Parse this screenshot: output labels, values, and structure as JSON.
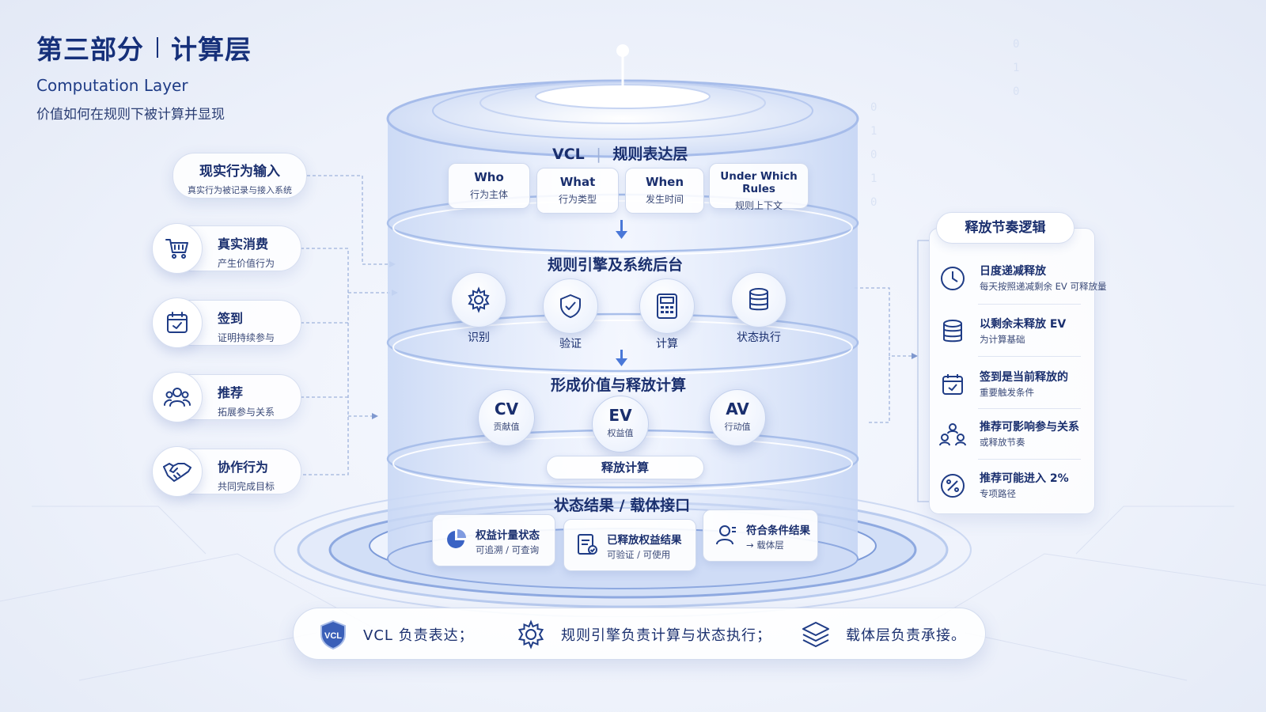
{
  "header": {
    "title_left": "第三部分",
    "title_right": "计算层",
    "subtitle_en": "Computation Layer",
    "subtitle_cn": "价值如何在规则下被计算并显现"
  },
  "input_card": {
    "title": "现实行为输入",
    "sub": "真实行为被记录与接入系统"
  },
  "left_items": [
    {
      "title": "真实消费",
      "sub": "产生价值行为",
      "icon": "shopping-cart-icon"
    },
    {
      "title": "签到",
      "sub": "证明持续参与",
      "icon": "calendar-check-icon"
    },
    {
      "title": "推荐",
      "sub": "拓展参与关系",
      "icon": "users-icon"
    },
    {
      "title": "协作行为",
      "sub": "共同完成目标",
      "icon": "handshake-icon"
    }
  ],
  "vcl_layer": {
    "title_left": "VCL",
    "title_right": "规则表达层",
    "chips": [
      {
        "a": "Who",
        "b": "行为主体"
      },
      {
        "a": "What",
        "b": "行为类型"
      },
      {
        "a": "When",
        "b": "发生时间"
      },
      {
        "a": "Under Which Rules",
        "b": "规则上下文"
      }
    ]
  },
  "engine_layer": {
    "title": "规则引擎及系统后台",
    "nodes": [
      {
        "label": "识别",
        "icon": "gear-icon"
      },
      {
        "label": "验证",
        "icon": "shield-check-icon"
      },
      {
        "label": "计算",
        "icon": "calculator-icon"
      },
      {
        "label": "状态执行",
        "icon": "database-icon"
      }
    ]
  },
  "value_layer": {
    "title": "形成价值与释放计算",
    "nodes": [
      {
        "a": "CV",
        "b": "贡献值"
      },
      {
        "a": "EV",
        "b": "权益值"
      },
      {
        "a": "AV",
        "b": "行动值"
      }
    ],
    "release": "释放计算"
  },
  "result_layer": {
    "title": "状态结果 / 载体接口",
    "cards": [
      {
        "a": "权益计量状态",
        "b": "可追溯 / 可查询",
        "icon": "pie-chart-icon"
      },
      {
        "a": "已释放权益结果",
        "b": "可验证 / 可使用",
        "icon": "document-check-icon"
      },
      {
        "a": "符合条件结果",
        "b": "→ 载体层",
        "icon": "user-icon"
      }
    ]
  },
  "right_panel": {
    "title": "释放节奏逻辑",
    "items": [
      {
        "t": "日度递减释放",
        "s": "每天按照递减剩余 EV 可释放量",
        "icon": "clock-icon"
      },
      {
        "t": "以剩余未释放 EV",
        "s": "为计算基础",
        "icon": "database-icon"
      },
      {
        "t": "签到是当前释放的",
        "s": "重要触发条件",
        "icon": "calendar-check-icon"
      },
      {
        "t": "推荐可影响参与关系",
        "s": "或释放节奏",
        "icon": "people-network-icon"
      },
      {
        "t": "推荐可能进入 2%",
        "s": "专项路径",
        "icon": "percent-icon"
      }
    ]
  },
  "bottom_bar": [
    {
      "text": "VCL 负责表达；",
      "icon": "vcl-shield-icon",
      "badge": "VCL"
    },
    {
      "text": "规则引擎负责计算与状态执行；",
      "icon": "gear-icon"
    },
    {
      "text": "载体层负责承接。",
      "icon": "layers-icon"
    }
  ],
  "colors": {
    "primary": "#16307a",
    "accent": "#4a78d8",
    "glass": "#dfe8fb"
  }
}
